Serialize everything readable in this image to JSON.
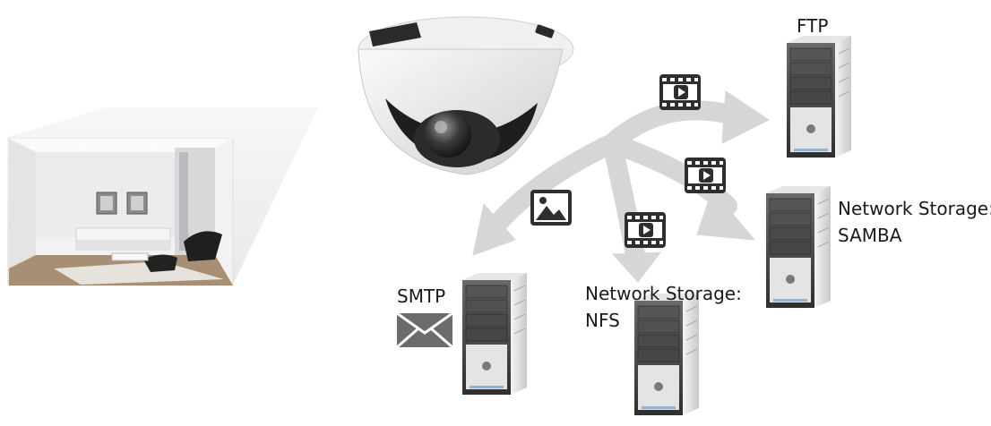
{
  "targets": {
    "ftp": {
      "label": "FTP"
    },
    "samba": {
      "label_line1": "Network Storage:",
      "label_line2": "SAMBA"
    },
    "nfs": {
      "label_line1": "Network Storage:",
      "label_line2": "NFS"
    },
    "smtp": {
      "label": "SMTP"
    }
  },
  "icons": {
    "camera": "dome-camera-icon",
    "room": "living-room-photo",
    "video": "video-clip-icon",
    "image": "image-icon",
    "mail": "envelope-icon",
    "server": "server-icon"
  },
  "colors": {
    "arrow": "#d6d6d6",
    "server_dark": "#4a4a4a",
    "server_light": "#dcdcdc",
    "icon_dark": "#2e2e2e"
  }
}
